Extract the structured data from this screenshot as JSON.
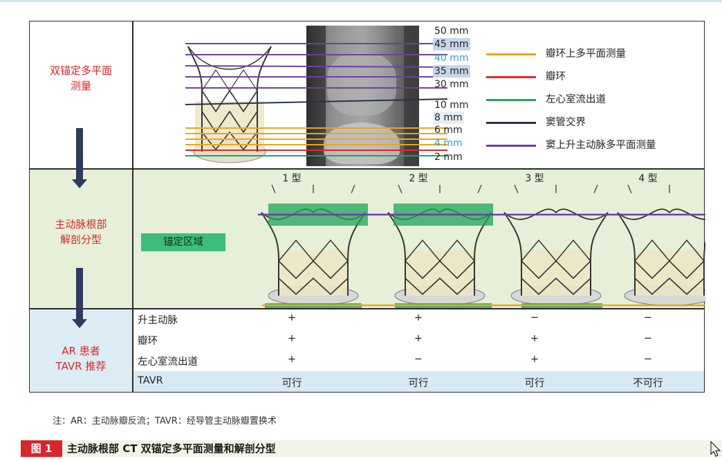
{
  "left_labels": {
    "row1": [
      "双锚定多平面",
      "测量"
    ],
    "row2": [
      "主动脉根部",
      "解剖分型"
    ],
    "row3": [
      "AR 患者",
      "TAVR 推荐"
    ]
  },
  "mm_labels": [
    {
      "text": "50 mm",
      "style": "plain"
    },
    {
      "text": "45 mm",
      "style": "hl"
    },
    {
      "text": "40 mm",
      "style": "blue"
    },
    {
      "text": "35 mm",
      "style": "hl"
    },
    {
      "text": "30 mm",
      "style": "plain"
    },
    {
      "text": "10 mm",
      "style": "plain"
    },
    {
      "text": "8 mm",
      "style": "lb"
    },
    {
      "text": "6 mm",
      "style": "plain"
    },
    {
      "text": "4 mm",
      "style": "blue"
    },
    {
      "text": "2 mm",
      "style": "plain"
    }
  ],
  "legend": [
    {
      "label": "瓣环上多平面测量",
      "color": "#f2a21b"
    },
    {
      "label": "瓣环",
      "color": "#e0262b"
    },
    {
      "label": "左心室流出道",
      "color": "#1fa35a"
    },
    {
      "label": "窦管交界",
      "color": "#27324d"
    },
    {
      "label": "窦上升主动脉多平面测量",
      "color": "#6c3fa6"
    }
  ],
  "types": [
    "1 型",
    "2 型",
    "3 型",
    "4 型"
  ],
  "anchor_zone_label": "锚定区域",
  "table": {
    "rows": [
      {
        "label": "升主动脉",
        "values": [
          "+",
          "+",
          "−",
          "−"
        ]
      },
      {
        "label": "瓣环",
        "values": [
          "+",
          "+",
          "+",
          "−"
        ]
      },
      {
        "label": "左心室流出道",
        "values": [
          "+",
          "−",
          "+",
          "−"
        ]
      }
    ],
    "tavr": {
      "label": "TAVR",
      "values": [
        "可行",
        "可行",
        "可行",
        "不可行"
      ]
    }
  },
  "note": "注：AR：主动脉瓣反流；TAVR：经导管主动脉瓣置换术",
  "figure_number": "图 1",
  "caption": "主动脉根部 CT 双锚定多平面测量和解剖分型",
  "colors": {
    "orange": "#f2a21b",
    "red": "#e0262b",
    "green": "#1fa35a",
    "navy": "#27324d",
    "purple": "#6c3fa6",
    "anchor_green": "#3dbd7c",
    "label_red": "#d7262d"
  }
}
